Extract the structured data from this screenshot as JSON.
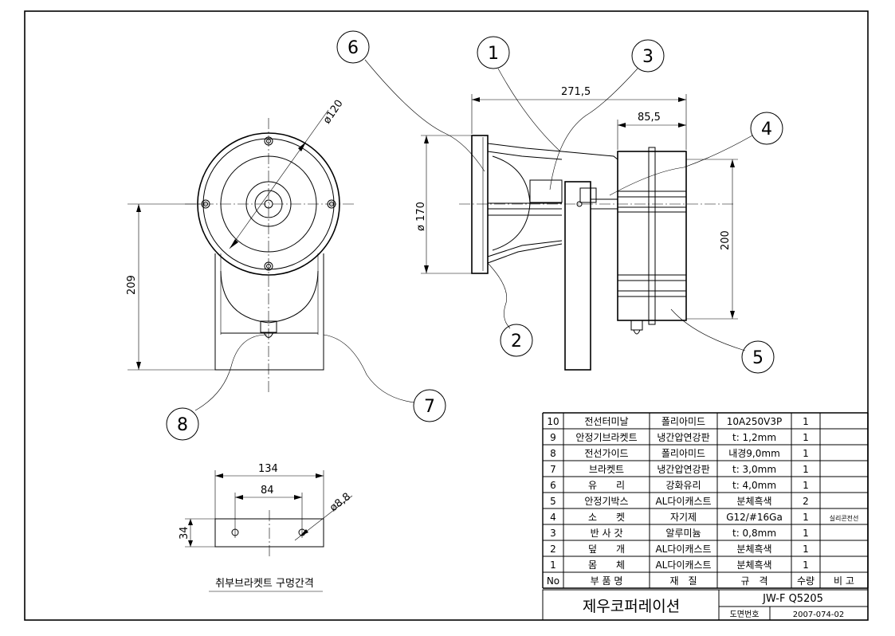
{
  "dimensions": {
    "front_diameter": "ø120",
    "front_height": "209",
    "side_length": "271,5",
    "side_length2": "85,5",
    "side_diameter": "ø 170",
    "side_height": "200",
    "hole_total": "134",
    "hole_pitch": "84",
    "hole_diameter": "ø8,8",
    "hole_height": "34"
  },
  "callouts": [
    "1",
    "2",
    "3",
    "4",
    "5",
    "6",
    "7",
    "8"
  ],
  "hole_caption": "취부브라켓트 구멍간격",
  "parts_table": {
    "rows": [
      {
        "no": "10",
        "name": "전선터미날",
        "material": "폴리아미드",
        "spec": "10A250V3P",
        "qty": "1",
        "note": ""
      },
      {
        "no": "9",
        "name": "안정기브라켓트",
        "material": "냉간압연강판",
        "spec": "t: 1,2mm",
        "qty": "1",
        "note": ""
      },
      {
        "no": "8",
        "name": "전선가이드",
        "material": "폴리아미드",
        "spec": "내경9,0mm",
        "qty": "1",
        "note": ""
      },
      {
        "no": "7",
        "name": "브라켓트",
        "material": "냉간압연강판",
        "spec": "t: 3,0mm",
        "qty": "1",
        "note": ""
      },
      {
        "no": "6",
        "name": "유　　리",
        "material": "강화유리",
        "spec": "t: 4,0mm",
        "qty": "1",
        "note": ""
      },
      {
        "no": "5",
        "name": "안정기박스",
        "material": "AL다이캐스트",
        "spec": "분체흑색",
        "qty": "2",
        "note": ""
      },
      {
        "no": "4",
        "name": "소　　켓",
        "material": "자기제",
        "spec": "G12/#16Ga",
        "qty": "1",
        "note": "실리콘전선"
      },
      {
        "no": "3",
        "name": "반 사 갓",
        "material": "알루미늄",
        "spec": "t: 0,8mm",
        "qty": "1",
        "note": ""
      },
      {
        "no": "2",
        "name": "덮　　개",
        "material": "AL다이캐스트",
        "spec": "분체흑색",
        "qty": "1",
        "note": ""
      },
      {
        "no": "1",
        "name": "몸　　체",
        "material": "AL다이캐스트",
        "spec": "분체흑색",
        "qty": "1",
        "note": ""
      }
    ],
    "header": {
      "no": "No",
      "name": "부 품 명",
      "material": "재　질",
      "spec": "규　격",
      "qty": "수량",
      "note": "비 고"
    }
  },
  "title_block": {
    "company": "제우코퍼레이션",
    "model": "JW-F Q5205",
    "drawing_no_label": "도면번호",
    "drawing_no": "2007-074-02"
  }
}
